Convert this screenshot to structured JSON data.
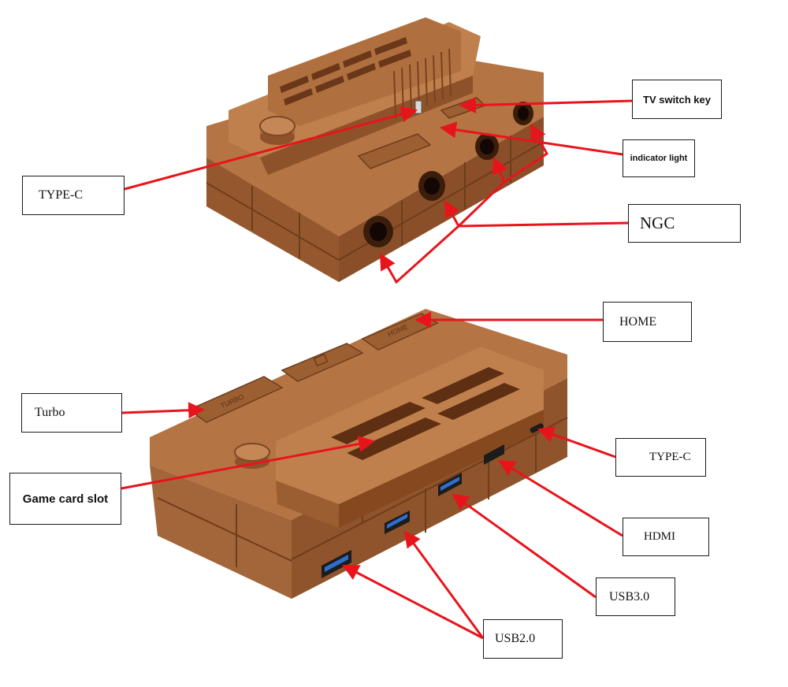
{
  "labels": {
    "type_c_top": "TYPE-C",
    "tv_switch_key": "TV switch key",
    "indicator_light": "indicator light",
    "ngc": "NGC",
    "home": "HOME",
    "turbo": "Turbo",
    "game_card_slot": "Game card slot",
    "type_c_bottom": "TYPE-C",
    "hdmi": "HDMI",
    "usb3": "USB3.0",
    "usb2": "USB2.0"
  },
  "device_markings": {
    "turbo_button": "TURBO",
    "home_button": "HOME"
  },
  "colors": {
    "device_body": "#a96a3c",
    "device_shadow": "#7e4a25",
    "device_highlight": "#c58755",
    "leader_line": "#e8141c",
    "usb3_port": "#2f6fd0"
  }
}
